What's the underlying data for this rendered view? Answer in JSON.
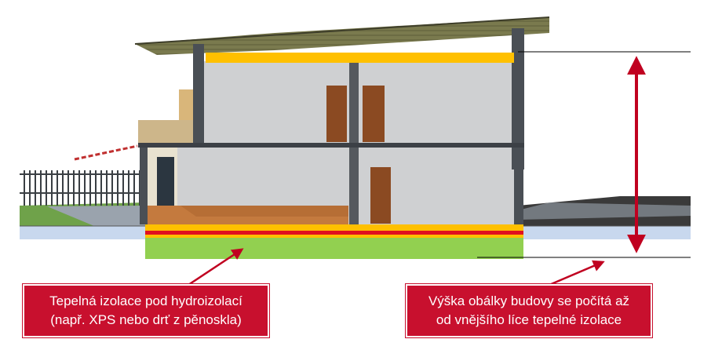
{
  "colors": {
    "callout_fill": "#c8102e",
    "insulation": "#ffc000",
    "waterproofing": "#e01020",
    "ground": "#92d050",
    "arrow": "#c00020"
  },
  "callouts": {
    "left": {
      "line1": "Tepelná izolace pod hydroizolací",
      "line2": "(např. XPS nebo drť z pěnoskla)"
    },
    "right": {
      "line1": "Výška obálky budovy se počítá až",
      "line2": "od vnějšího líce tepelné izolace"
    }
  }
}
